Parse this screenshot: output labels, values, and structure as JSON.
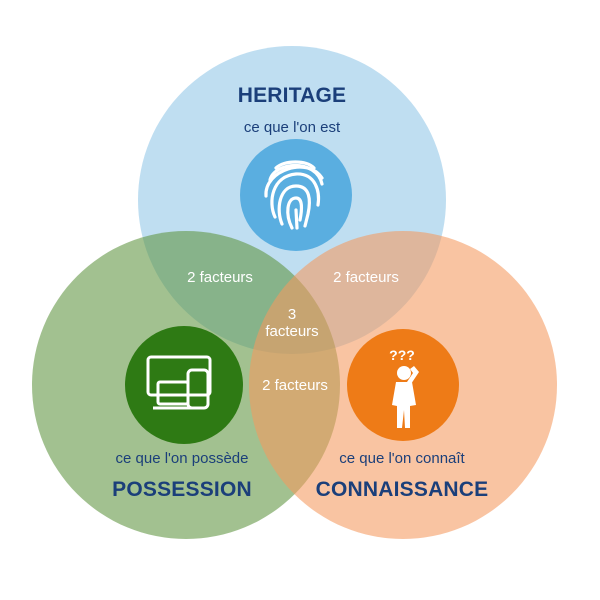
{
  "colors": {
    "heritage": "#94c8e8",
    "possession": "#7aa65a",
    "connaissance": "#f7a36e",
    "heritage_icon_bg": "#5aaee0",
    "possession_icon_bg": "#2e7a14",
    "connaissance_icon_bg": "#ee7b17",
    "text": "#1b3f7a"
  },
  "circles": {
    "heritage": {
      "title": "HERITAGE",
      "subtitle": "ce que l'on est",
      "icon": "fingerprint-icon"
    },
    "possession": {
      "title": "POSSESSION",
      "subtitle": "ce que l'on possède",
      "icon": "devices-icon"
    },
    "connaissance": {
      "title": "CONNAISSANCE",
      "subtitle": "ce que l'on connaît",
      "icon": "confused-person-icon"
    }
  },
  "overlaps": {
    "heritage_possession": "2 facteurs",
    "heritage_connaissance": "2 facteurs",
    "possession_connaissance": "2 facteurs",
    "all_three_line1": "3",
    "all_three_line2": "facteurs"
  },
  "question_marks": "???"
}
